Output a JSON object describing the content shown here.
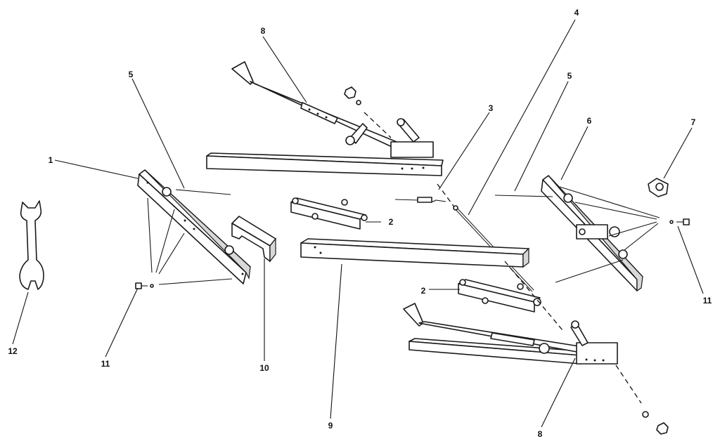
{
  "callouts": {
    "c1": "1",
    "c2a": "2",
    "c2b": "2",
    "c3": "3",
    "c4": "4",
    "c5a": "5",
    "c5b": "5",
    "c6": "6",
    "c7": "7",
    "c8a": "8",
    "c8b": "8",
    "c9": "9",
    "c10": "10",
    "c11a": "11",
    "c11b": "11",
    "c12": "12"
  },
  "colors": {
    "ink": "#1a1a1a",
    "paper": "#ffffff"
  },
  "icons": {
    "wrench": "wrench-icon"
  }
}
